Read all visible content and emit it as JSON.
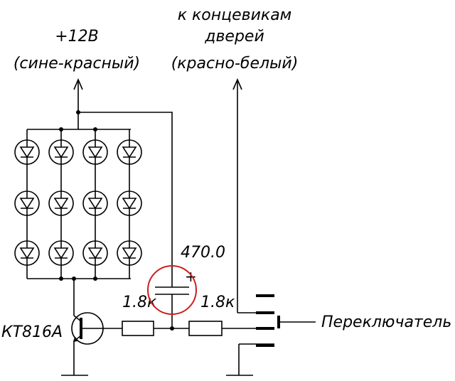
{
  "power": {
    "voltage": "+12В",
    "wire": "(сине-красный)"
  },
  "door": {
    "line1": "к концевикам",
    "line2": "дверей",
    "wire": "(красно-белый)"
  },
  "capacitor": {
    "value": "470.0",
    "polarity": "+"
  },
  "resistor_left": {
    "value": "1.8к"
  },
  "resistor_right": {
    "value": "1.8к"
  },
  "transistor": {
    "model": "КТ816А"
  },
  "switch": {
    "label": "Переключатель"
  },
  "colors": {
    "wire": "#000000",
    "highlight": "#cc1f1f"
  },
  "led_grid": {
    "rows": 3,
    "columns": 4
  }
}
